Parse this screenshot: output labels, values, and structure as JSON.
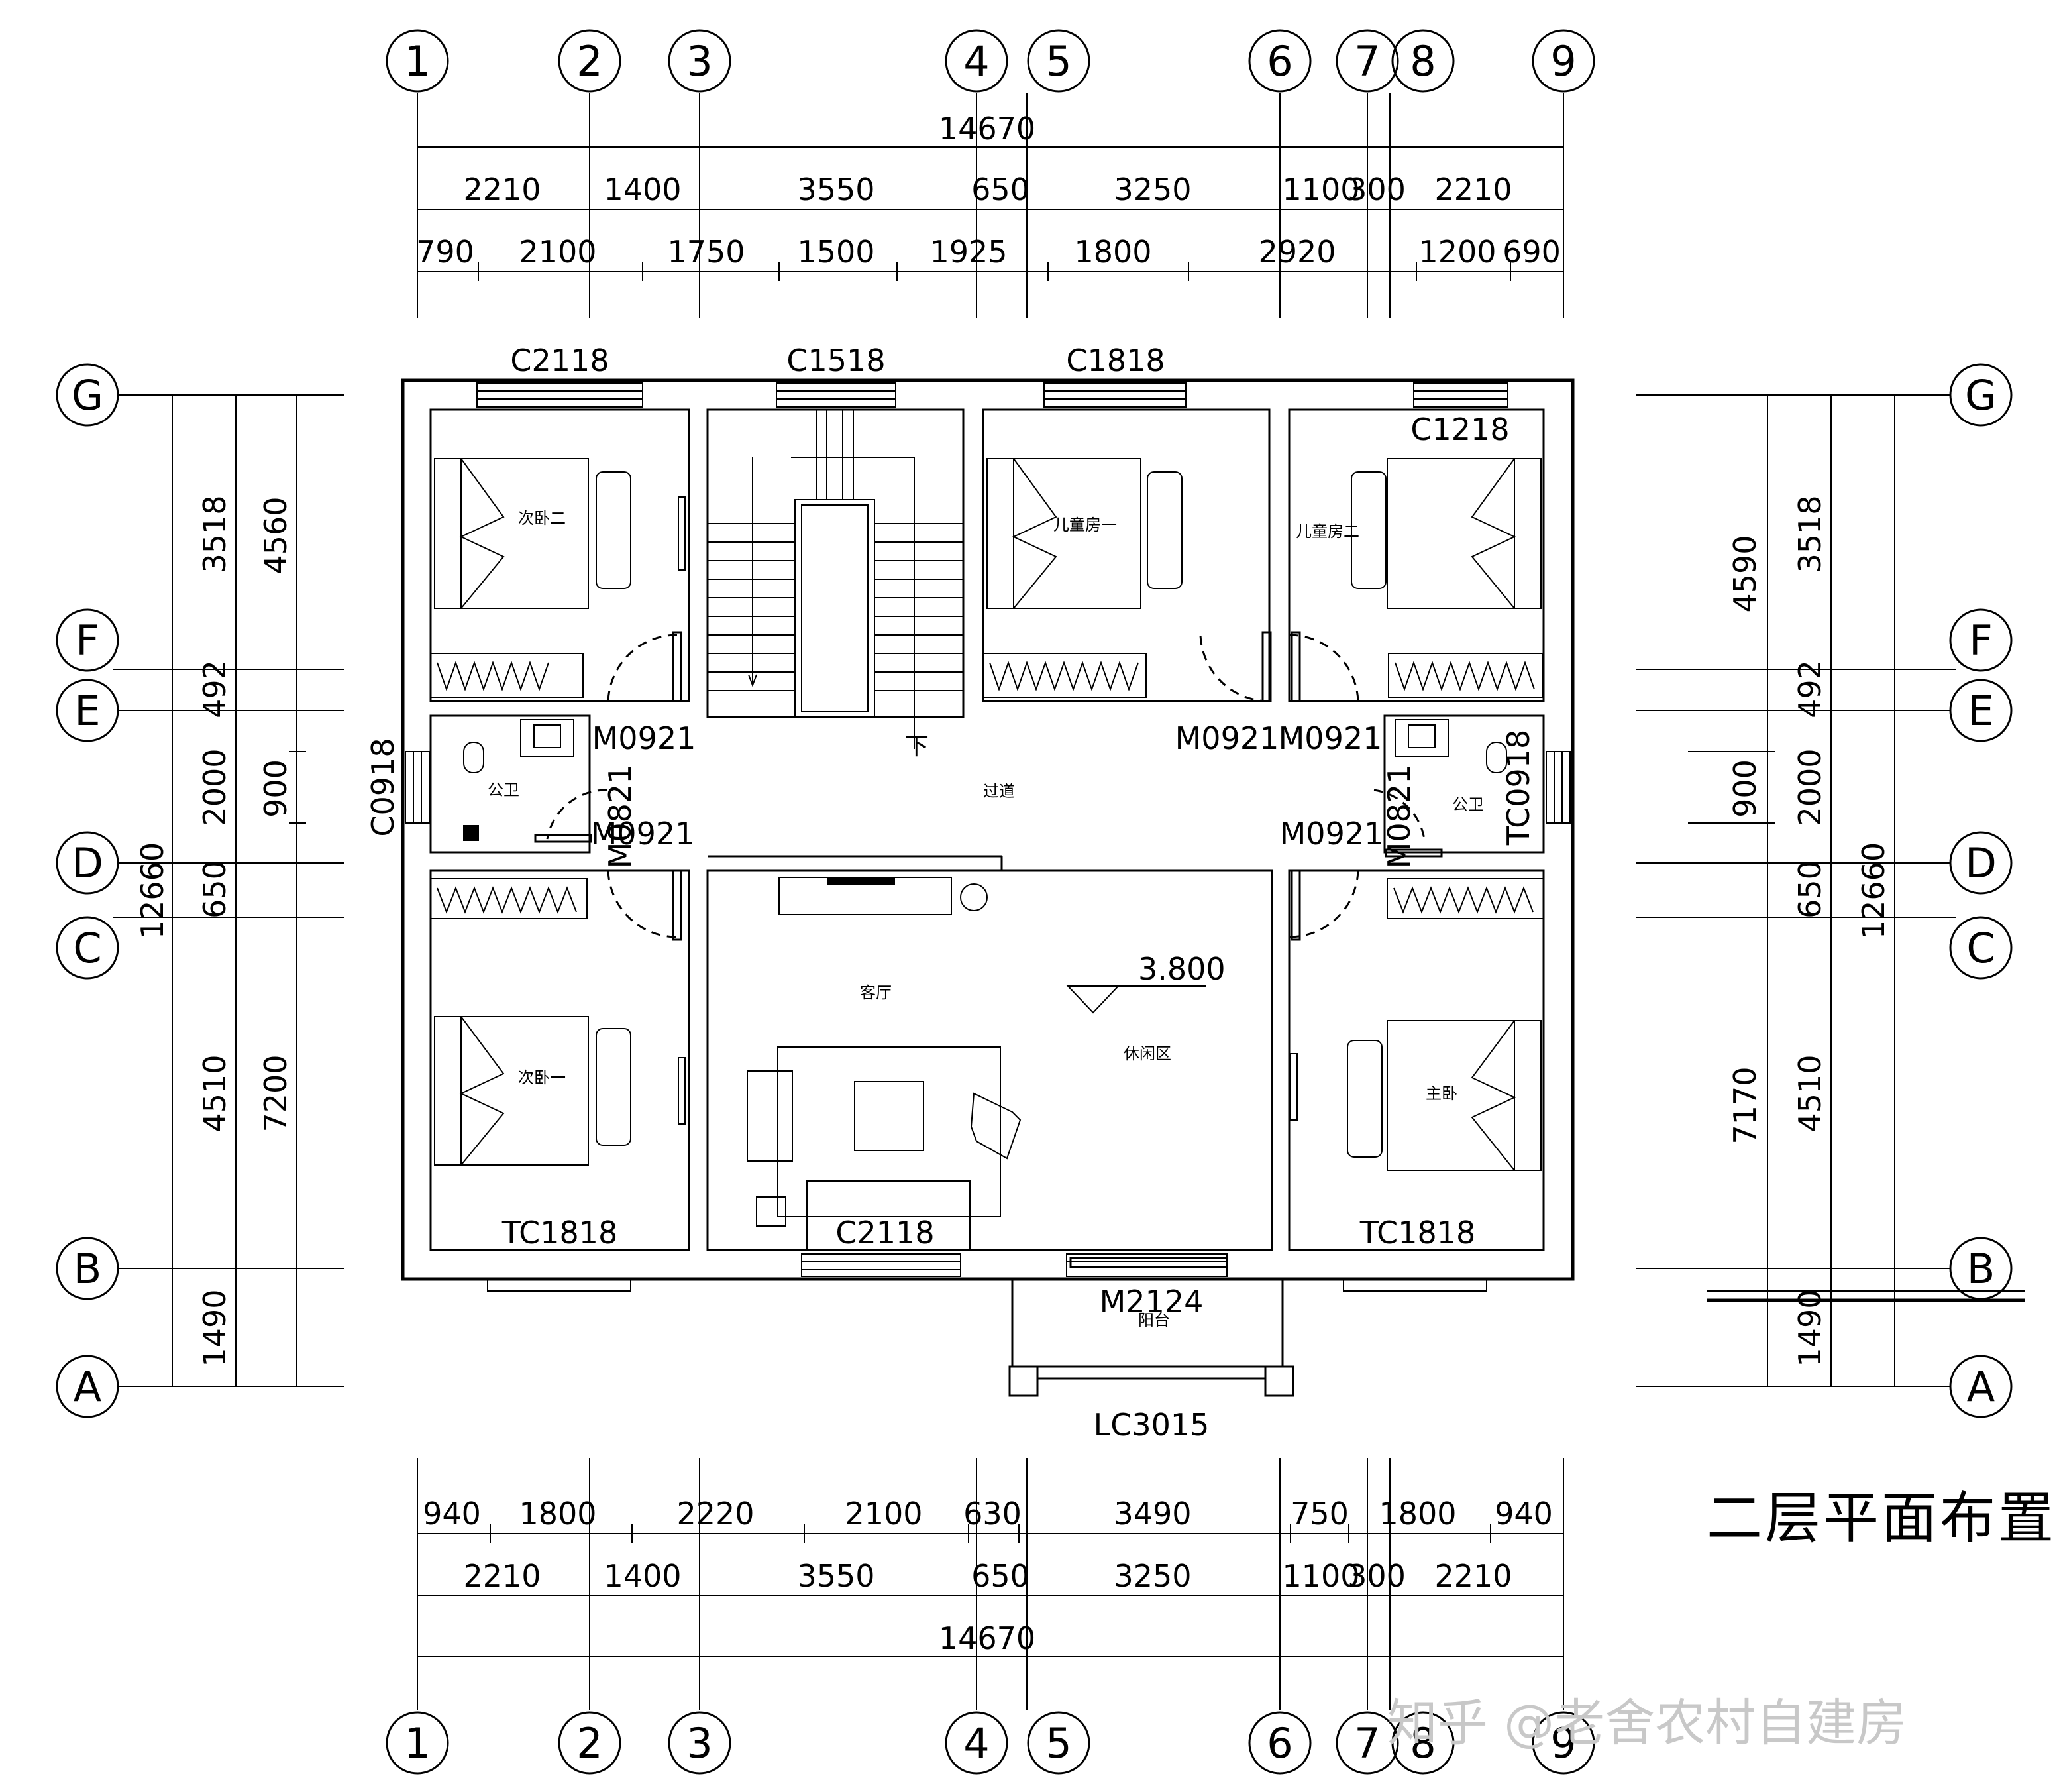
{
  "title": "二层平面布置图",
  "watermark": "知乎 @老舍农村自建房",
  "elevation": "3.800",
  "axis_numbers": [
    "1",
    "2",
    "3",
    "4",
    "5",
    "6",
    "7",
    "8",
    "9"
  ],
  "axis_letters": [
    "G",
    "F",
    "E",
    "D",
    "C",
    "B",
    "A"
  ],
  "top_dims": {
    "total": "14670",
    "row1": [
      "2210",
      "1400",
      "3550",
      "650",
      "3250",
      "1100",
      "300",
      "2210"
    ],
    "row2": [
      "790",
      "2100",
      "1750",
      "1500",
      "1925",
      "1800",
      "2920",
      "1200",
      "690"
    ]
  },
  "bottom_dims": {
    "total": "14670",
    "row1": [
      "2210",
      "1400",
      "3550",
      "650",
      "3250",
      "1100",
      "300",
      "2210"
    ],
    "row2": [
      "940",
      "1800",
      "2220",
      "2100",
      "630",
      "3490",
      "750",
      "1800",
      "940"
    ]
  },
  "left_dims": {
    "col1": [
      "3518",
      "492",
      "2000",
      "650",
      "4510",
      "1490"
    ],
    "col2_total": "12660",
    "col3": [
      "4560",
      "900",
      "7200"
    ]
  },
  "right_dims": {
    "col1": [
      "3518",
      "492",
      "2000",
      "650",
      "4510",
      "1490"
    ],
    "col2_total": "12660",
    "col3": [
      "4590",
      "900",
      "7170"
    ]
  },
  "rooms": {
    "bed2": "次卧二",
    "kid1": "儿童房一",
    "kid2": "儿童房二",
    "bath_left": "公卫",
    "bath_right": "公卫",
    "corridor": "过道",
    "living": "客厅",
    "leisure": "休闲区",
    "bed1": "次卧一",
    "master": "主卧",
    "balcony": "阳台",
    "stair_down": "下"
  },
  "openings": {
    "w_c2118_top": "C2118",
    "w_c1518": "C1518",
    "w_c1818": "C1818",
    "w_c1218": "C1218",
    "w_c0918": "C0918",
    "w_tc0918": "TC0918",
    "d_m0921_a": "M0921",
    "d_m0921_b": "M0921",
    "d_m0921_c": "M0921",
    "d_m0921_d": "M0921",
    "d_m0921_e": "M0921",
    "d_m0821_l": "M0821",
    "d_m0821_r": "M0821",
    "w_tc1818_l": "TC1818",
    "w_tc1818_r": "TC1818",
    "w_c2118_bottom": "C2118",
    "d_m2124": "M2124",
    "w_lc3015": "LC3015"
  }
}
